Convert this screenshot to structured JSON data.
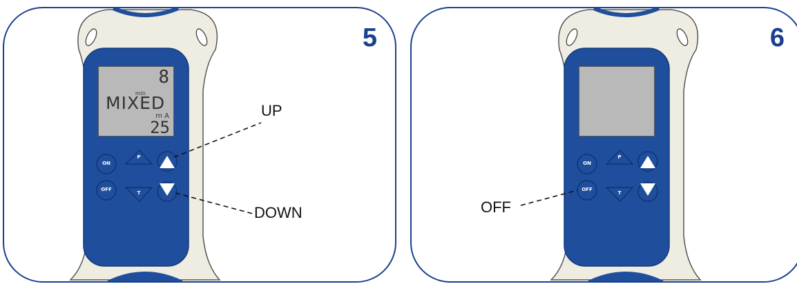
{
  "panels": [
    {
      "step": "5",
      "display": {
        "mode": "MIXED",
        "program_digit": "8",
        "unit_min": "min",
        "unit_ma": "m A",
        "intensity": "25"
      },
      "buttons": {
        "on": "ON",
        "off": "OFF",
        "p": "P",
        "t": "T"
      },
      "callouts": {
        "up": "UP",
        "down": "DOWN"
      }
    },
    {
      "step": "6",
      "buttons": {
        "on": "ON",
        "off": "OFF",
        "p": "P",
        "t": "T"
      },
      "callouts": {
        "off": "OFF"
      }
    }
  ],
  "colors": {
    "frame_blue": "#1a3f8f",
    "device_shell": "#efece1",
    "device_blue": "#1f4e9c",
    "lcd_gray": "#b9b9b9"
  }
}
